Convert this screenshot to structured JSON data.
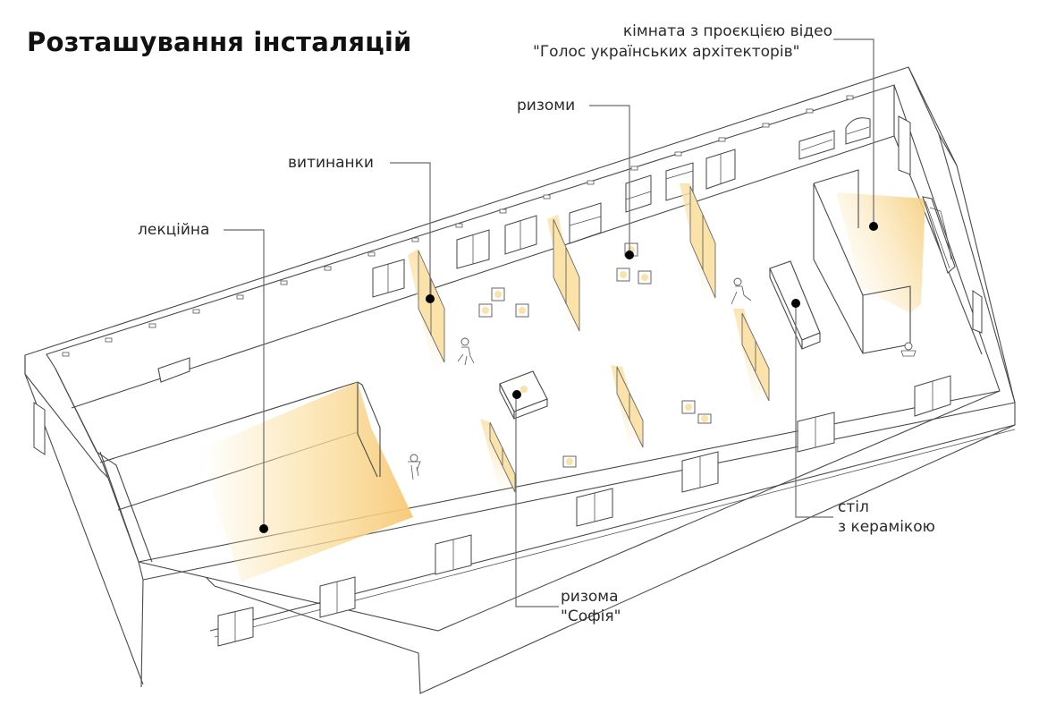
{
  "title": "Розташування інсталяцій",
  "colors": {
    "accent_light": "#fbe2a8",
    "accent_glow": "#f5c15a",
    "line": "#4a4a4a",
    "marker": "#000000",
    "background": "#ffffff"
  },
  "labels": {
    "lecture_hall": "лекційна",
    "vytynanky": "витинанки",
    "rhizomes": "ризоми",
    "video_room_line1": "кімната з проєкцією відео",
    "video_room_line2": "\"Голос українських архітекторів\"",
    "ceramics_line1": "стіл",
    "ceramics_line2": "з керамікою",
    "sofia_line1": "ризома",
    "sofia_line2": "\"Софія\""
  },
  "icons": {
    "marker": "marker-dot-icon",
    "person": "person-icon",
    "window": "window-icon",
    "projector": "projector-icon"
  }
}
